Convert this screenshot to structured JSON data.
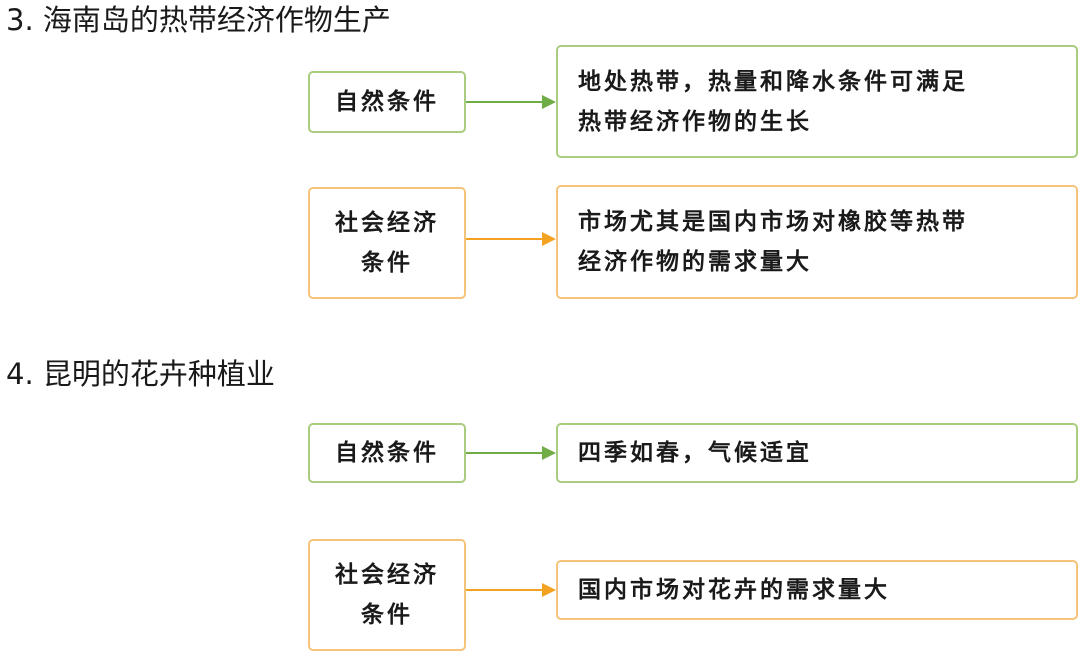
{
  "sections": [
    {
      "heading": "3. 海南岛的热带经济作物生产",
      "rows": [
        {
          "label": [
            "自然条件"
          ],
          "description": [
            "地处热带，热量和降水条件可满足",
            "热带经济作物的生长"
          ],
          "color": "#70ad47"
        },
        {
          "label": [
            "社会经济",
            "条件"
          ],
          "description": [
            "市场尤其是国内市场对橡胶等热带",
            "经济作物的需求量大"
          ],
          "color": "#f3a321"
        }
      ]
    },
    {
      "heading": "4. 昆明的花卉种植业",
      "rows": [
        {
          "label": [
            "自然条件"
          ],
          "description": [
            "四季如春，气候适宜"
          ],
          "color": "#70ad47"
        },
        {
          "label": [
            "社会经济",
            "条件"
          ],
          "description": [
            "国内市场对花卉的需求量大"
          ],
          "color": "#f3a321"
        }
      ]
    }
  ]
}
